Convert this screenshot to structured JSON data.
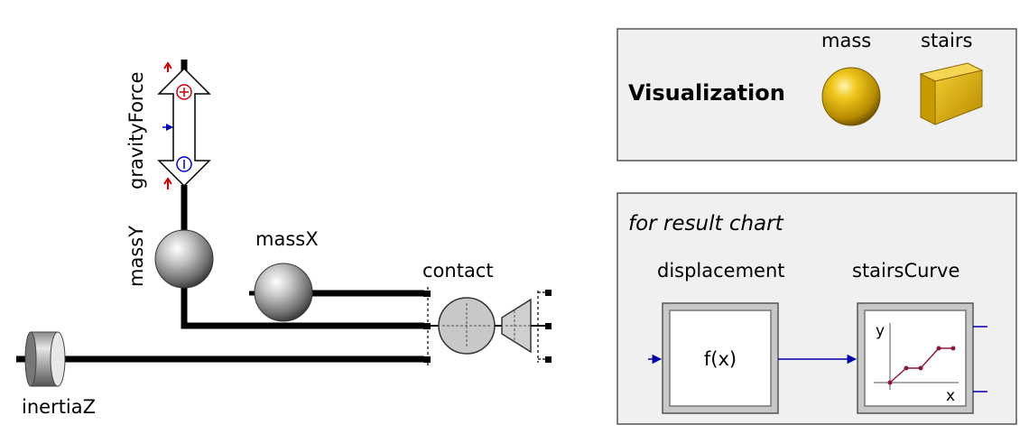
{
  "components": {
    "gravity_force": "gravityForce",
    "mass_y": "massY",
    "mass_x": "massX",
    "contact": "contact",
    "inertia_z": "inertiaZ"
  },
  "visualization_panel": {
    "title": "Visualization",
    "mass_label": "mass",
    "stairs_label": "stairs"
  },
  "result_chart_panel": {
    "title": "for result chart",
    "displacement_label": "displacement",
    "displacement_block_text": "f(x)",
    "stairs_curve_label": "stairsCurve",
    "plot_y_axis": "y",
    "plot_x_axis": "x"
  },
  "colors": {
    "wire": "#000000",
    "signal": "#0000aa",
    "gold": "#d4a800",
    "panel_bg": "#f0f0f0",
    "plus_red": "#cc0000",
    "minus_blue": "#0000cc"
  }
}
